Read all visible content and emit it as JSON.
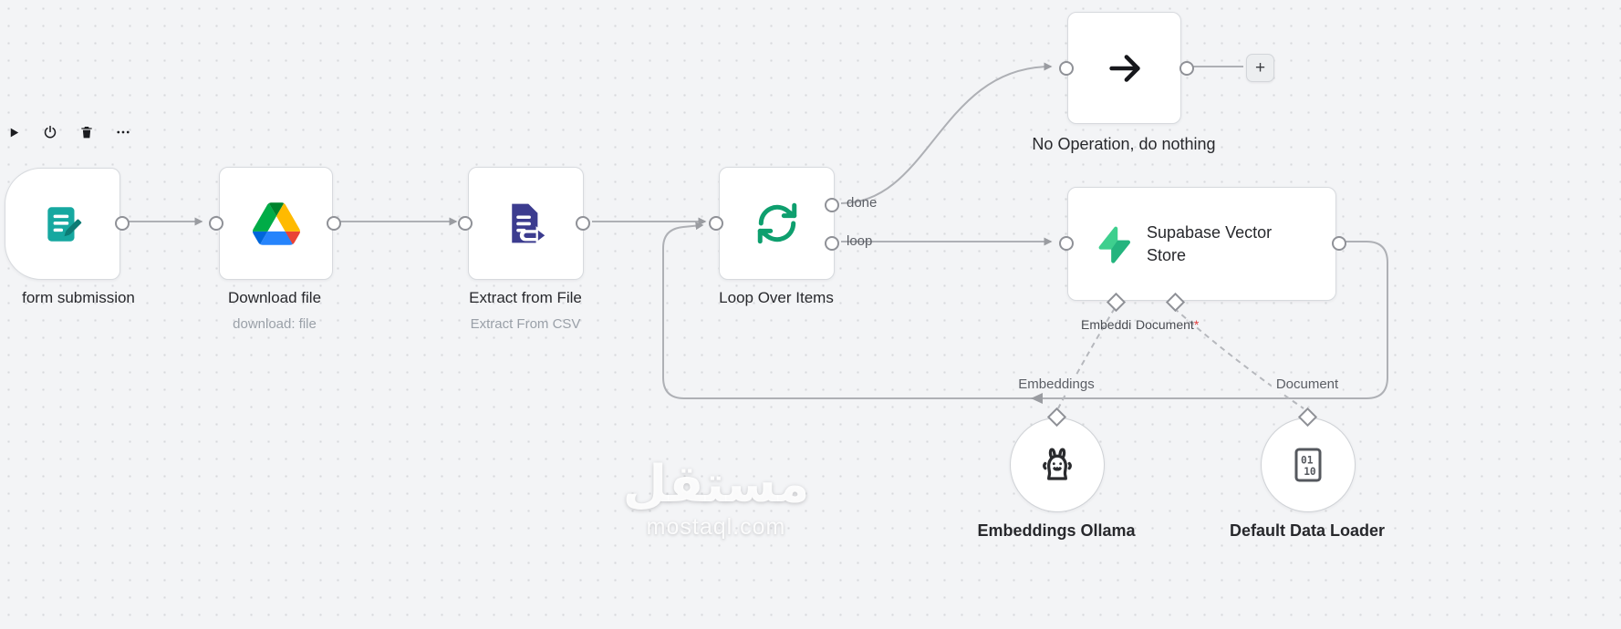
{
  "toolbar": {
    "play": "play",
    "power": "power",
    "trash": "trash",
    "more": "more-options"
  },
  "nodes": {
    "form": {
      "label": "form submission"
    },
    "drive": {
      "label": "Download file",
      "subtitle": "download: file"
    },
    "extract": {
      "label": "Extract from File",
      "subtitle": "Extract From CSV"
    },
    "loop": {
      "label": "Loop Over Items",
      "output_done": "done",
      "output_loop": "loop"
    },
    "noop": {
      "label": "No Operation, do nothing",
      "plus": "+"
    },
    "supabase": {
      "label": "Supabase Vector Store",
      "embedding_port": "Embeddi",
      "document_port": "Document",
      "required_mark": "*"
    },
    "ollama": {
      "label": "Embeddings Ollama"
    },
    "loader": {
      "label": "Default Data Loader"
    }
  },
  "edge_labels": {
    "embeddings": "Embeddings",
    "document": "Document"
  },
  "watermark": {
    "arabic": "مستقل",
    "latin": "mostaql.com"
  },
  "colors": {
    "edge": "#aeb0b5",
    "form_icon": "#16a8a0",
    "extract_icon": "#3c3c8f",
    "loop_icon": "#0e9f6e",
    "supabase_icon": "#3ecf8e",
    "required": "#e03c3c"
  }
}
